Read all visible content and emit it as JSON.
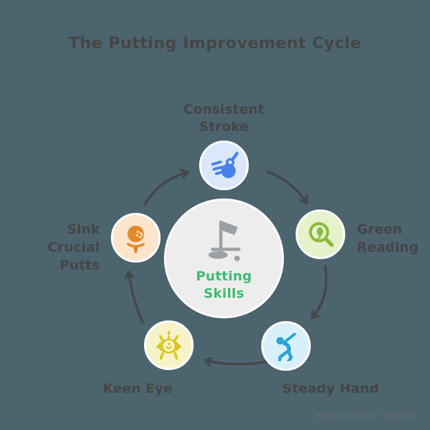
{
  "title": "The Putting Improvement Cycle",
  "center": {
    "icon": "golf-flag-icon",
    "label_lines": [
      "Putting",
      "Skills"
    ],
    "bg_color": "#ededed",
    "icon_color": "#9aa0a3",
    "text_color": "#3dbb72"
  },
  "nodes": [
    {
      "id": "consistent-stroke",
      "lines": [
        "Consistent",
        "Stroke"
      ],
      "icon": "pendulum-stroke-icon",
      "circle_bg": "#dbe7fb",
      "icon_color": "#4a80e8"
    },
    {
      "id": "green-reading",
      "lines": [
        "Green",
        "Reading"
      ],
      "icon": "magnifier-leaf-icon",
      "circle_bg": "#e6f2cb",
      "icon_color": "#8cba3c"
    },
    {
      "id": "steady-hand",
      "lines": [
        "Steady Hand"
      ],
      "icon": "golfer-swing-icon",
      "circle_bg": "#d9f0fa",
      "icon_color": "#2aa5d4"
    },
    {
      "id": "keen-eye",
      "lines": [
        "Keen Eye"
      ],
      "icon": "eye-ball-icon",
      "circle_bg": "#f7f3c9",
      "icon_color": "#d8c929"
    },
    {
      "id": "sink-crucial-putts",
      "lines": [
        "Sink Crucial",
        "Putts"
      ],
      "icon": "ball-on-tee-icon",
      "circle_bg": "#fce5cb",
      "icon_color": "#e2892c"
    }
  ],
  "watermark": {
    "prefix": "Made with",
    "brand": "Napkin",
    "icon": "napkin-logo-icon"
  },
  "colors": {
    "background": "#4c646e",
    "title": "#454545",
    "labels": "#454545",
    "arrows": "#45474a",
    "node_ring": "#ffffff"
  }
}
